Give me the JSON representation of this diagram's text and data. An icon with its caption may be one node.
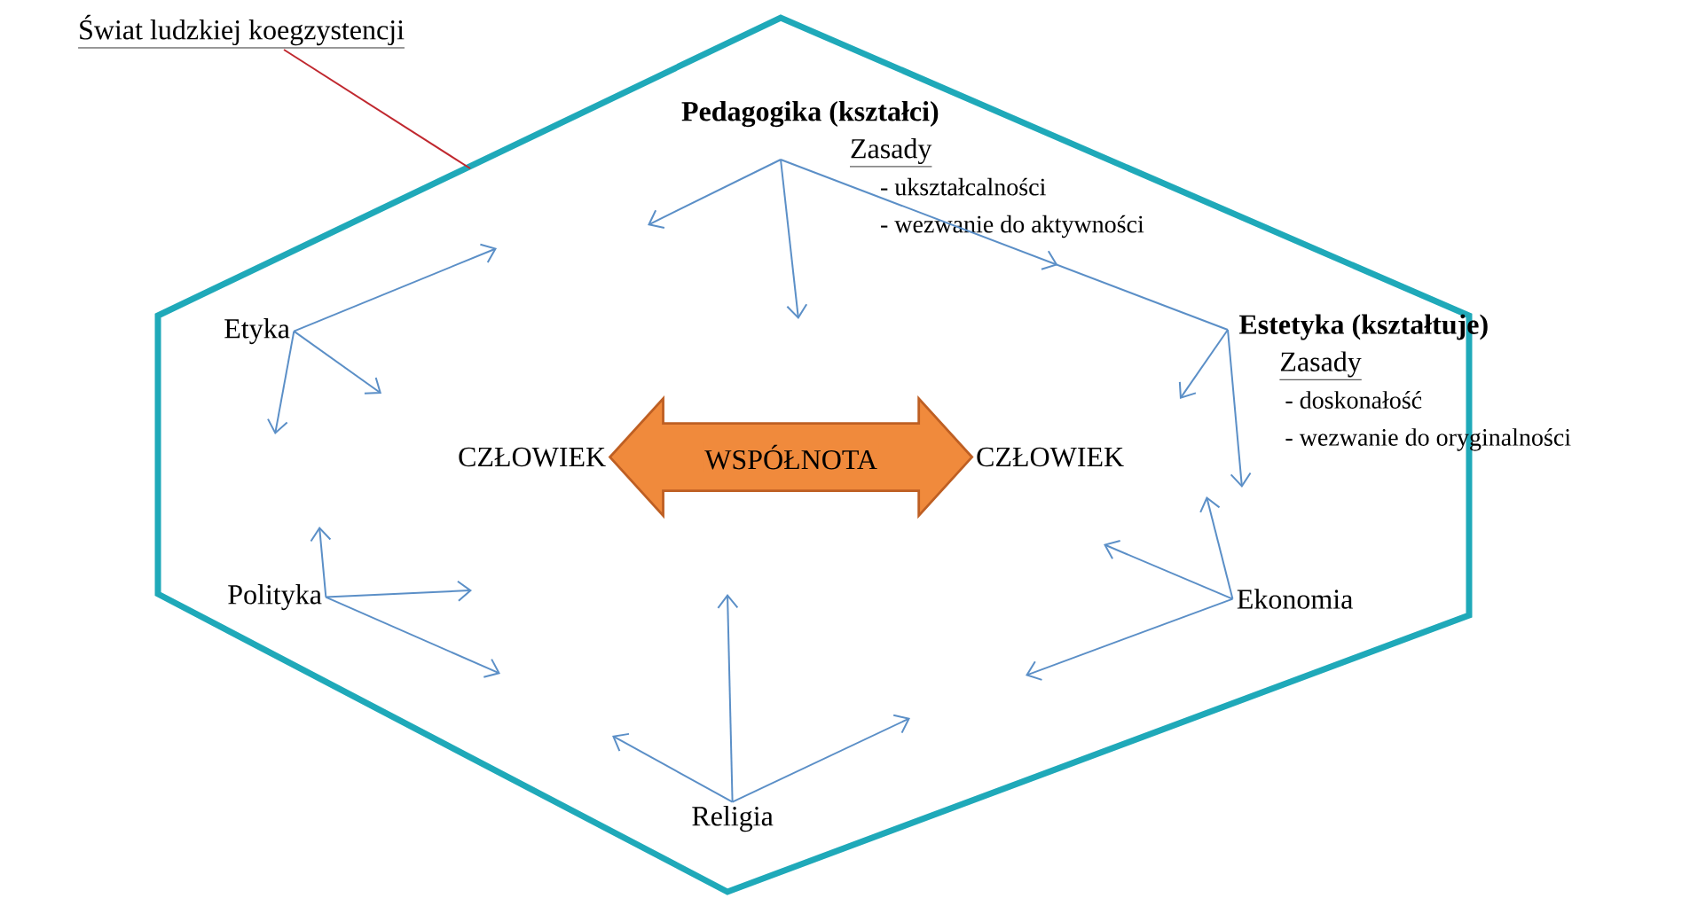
{
  "diagram": {
    "nodes": [
      {
        "text": [
          "Świat ludzkiej koegzystencji"
        ]
      },
      {
        "text": [],
        "shape": "hexagon"
      },
      {
        "text": [
          "Pedagogika (kształci)",
          "Zasady",
          "- ukształcalności",
          "- wezwanie do aktywności"
        ],
        "in": 1
      },
      {
        "text": [
          "Etyka"
        ],
        "in": 1
      },
      {
        "text": [
          "Estetyka (kształtuje)",
          "Zasady",
          "- doskonałość",
          "- wezwanie do oryginalności"
        ]
      },
      {
        "text": [
          "CZŁOWIEK"
        ],
        "in": 1
      },
      {
        "text": [
          "CZŁOWIEK"
        ],
        "in": 1
      },
      {
        "text": [
          "Polityka"
        ],
        "in": 1
      },
      {
        "text": [
          "Ekonomia"
        ],
        "in": 1
      },
      {
        "text": [
          "Religia"
        ],
        "in": 1
      }
    ],
    "edges": [
      {
        "from": 0,
        "to": 1,
        "arrow": "none",
        "color": "#c0282f"
      },
      {
        "from": 2,
        "to": null,
        "arrow": "to"
      },
      {
        "from": 2,
        "to": null,
        "arrow": "to"
      },
      {
        "from": 2,
        "to": 4,
        "arrow": "to"
      },
      {
        "from": 3,
        "to": null,
        "arrow": "to"
      },
      {
        "from": 3,
        "to": null,
        "arrow": "to"
      },
      {
        "from": 3,
        "to": null,
        "arrow": "to"
      },
      {
        "from": 4,
        "to": null,
        "arrow": "to"
      },
      {
        "from": 4,
        "to": null,
        "arrow": "to"
      },
      {
        "from": 5,
        "to": 6,
        "arrow": "both",
        "label": "WSPÓŁNOTA",
        "style": "thick",
        "color": "#f08a3c"
      },
      {
        "from": 7,
        "to": null,
        "arrow": "to"
      },
      {
        "from": 7,
        "to": null,
        "arrow": "to"
      },
      {
        "from": 7,
        "to": null,
        "arrow": "to"
      },
      {
        "from": 8,
        "to": null,
        "arrow": "to"
      },
      {
        "from": 8,
        "to": null,
        "arrow": "to"
      },
      {
        "from": 8,
        "to": null,
        "arrow": "to"
      },
      {
        "from": 9,
        "to": null,
        "arrow": "to"
      },
      {
        "from": 9,
        "to": null,
        "arrow": "to"
      },
      {
        "from": 9,
        "to": null,
        "arrow": "to"
      }
    ]
  }
}
